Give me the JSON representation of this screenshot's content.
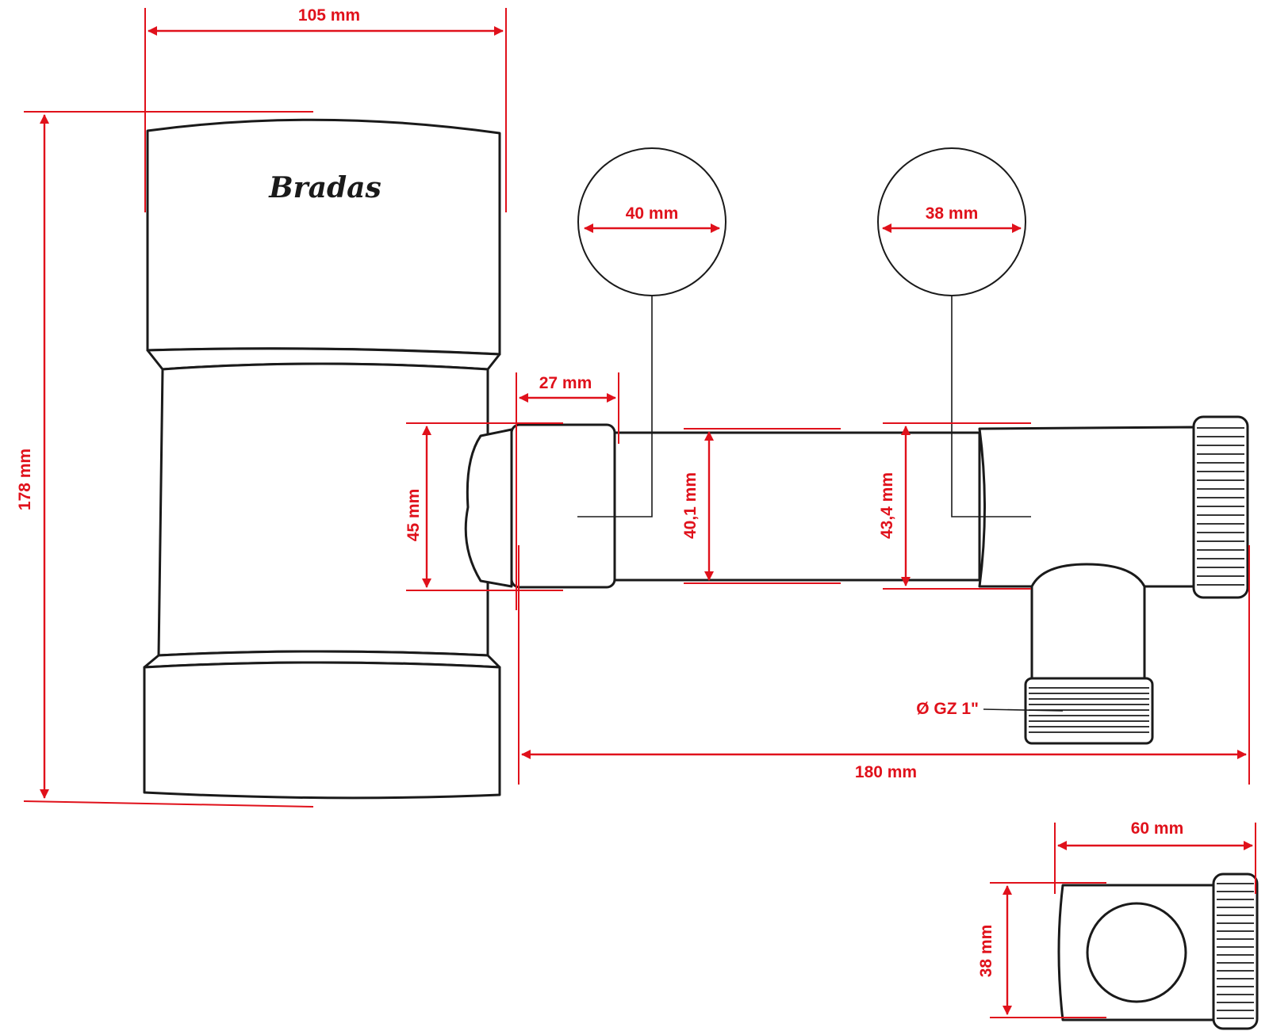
{
  "brand": {
    "logo_text": "Bradas"
  },
  "dimensions": {
    "width_top": "105 mm",
    "height_total": "178 mm",
    "diameter_left_knob": "40 mm",
    "diameter_right_knob": "38 mm",
    "length_27": "27 mm",
    "height_45": "45 mm",
    "diameter_40_1": "40,1 mm",
    "diameter_43_4": "43,4 mm",
    "thread_label": "Ø GZ 1\"",
    "length_180": "180 mm",
    "width_60": "60  mm",
    "height_38": "38  mm"
  },
  "colors": {
    "dimension": "#e0111b",
    "outline": "#1a1a1a",
    "background": "#ffffff"
  }
}
